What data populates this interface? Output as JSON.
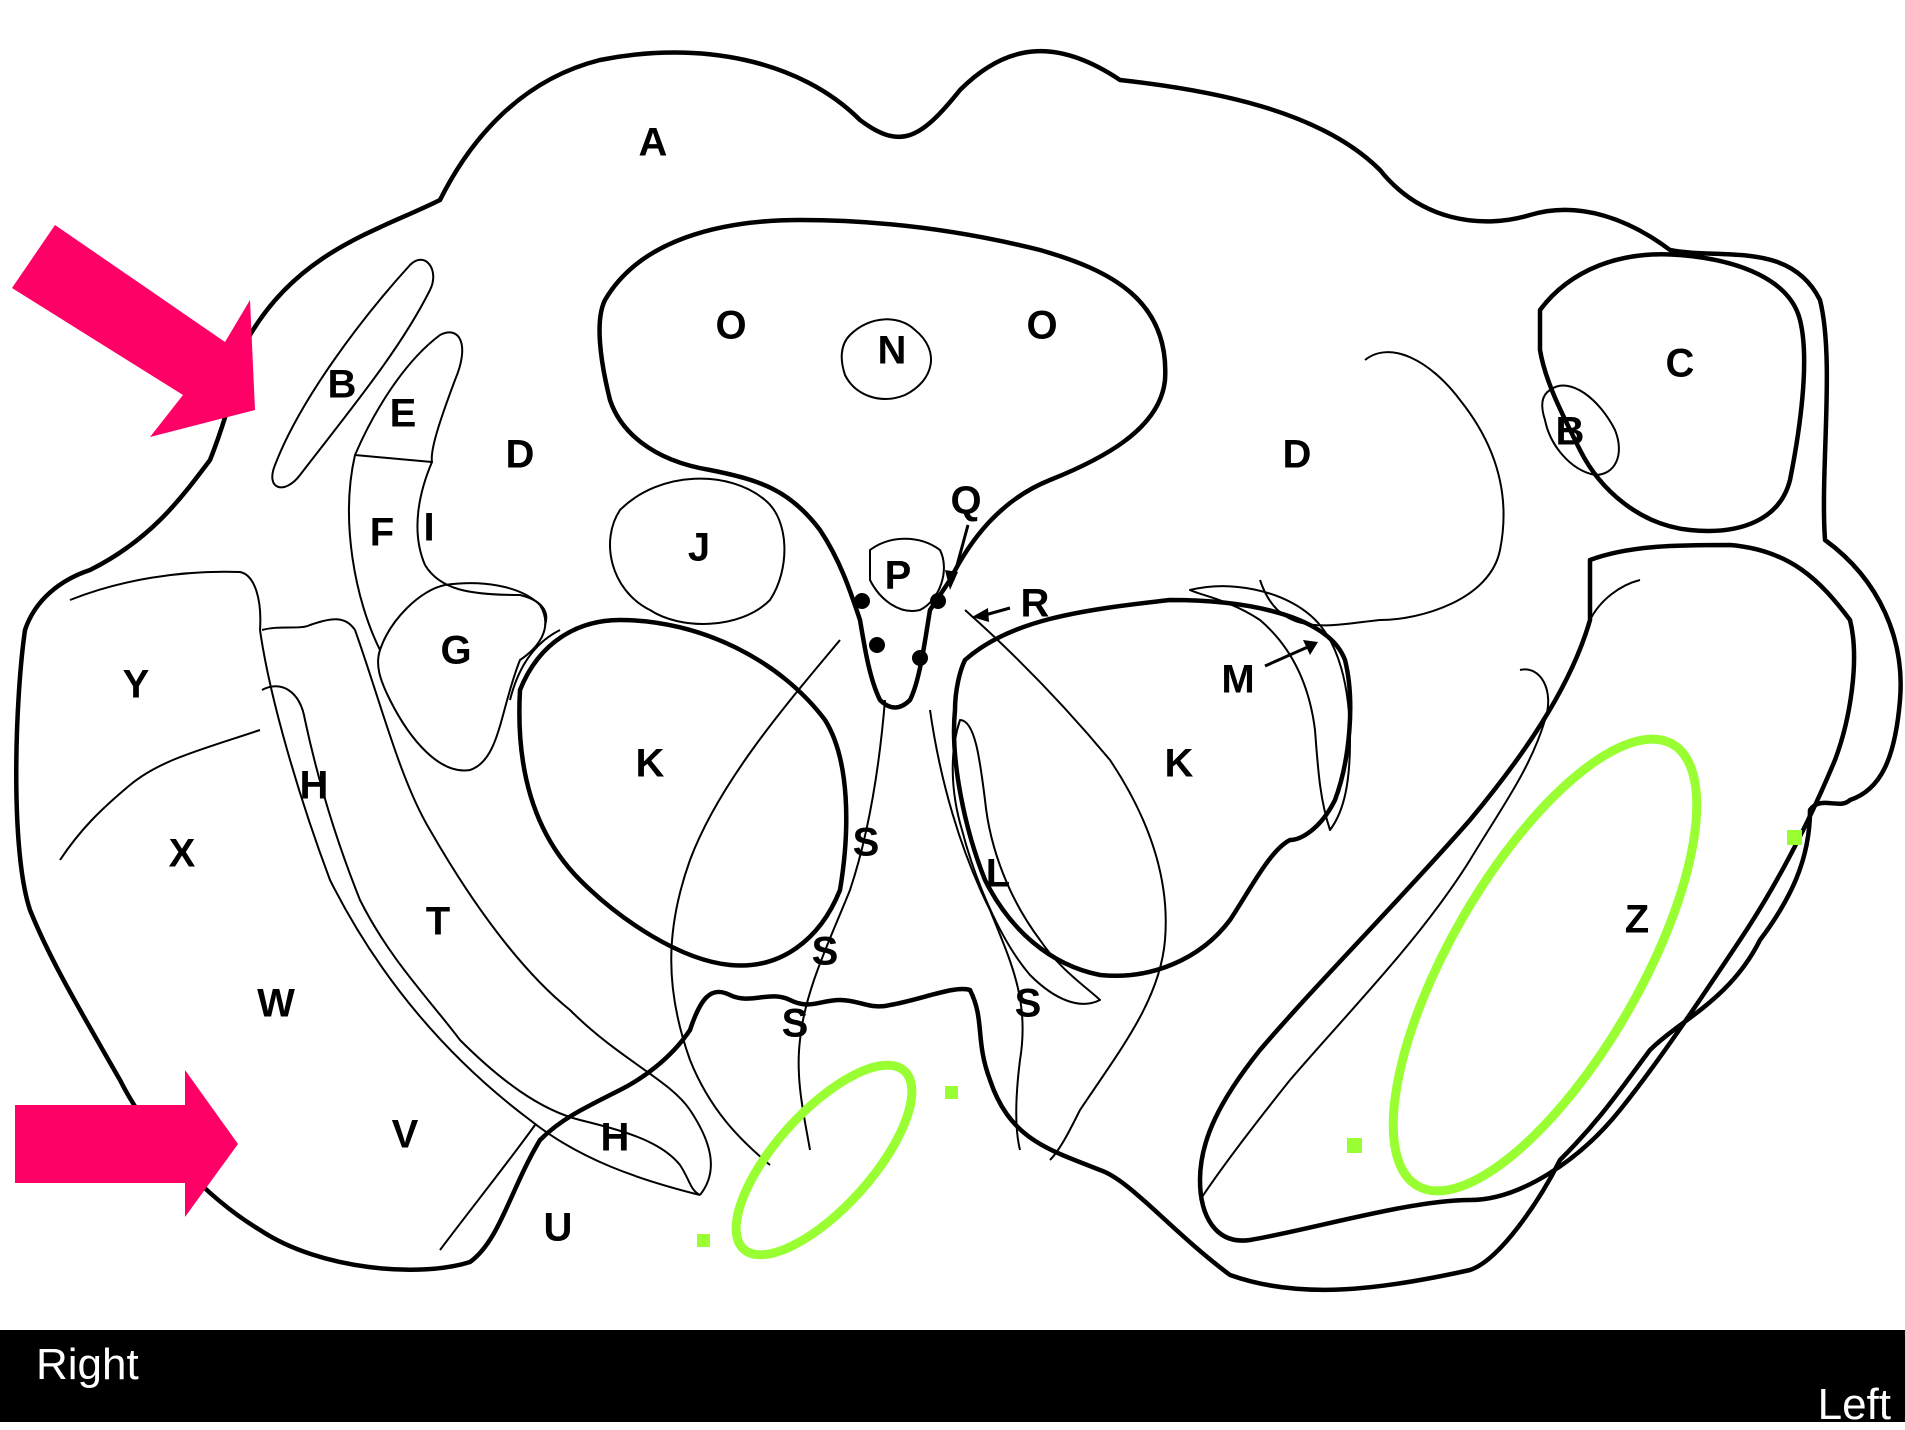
{
  "labels": {
    "A": "A",
    "B_right": "B",
    "B_left": "B",
    "C": "C",
    "D_right": "D",
    "D_left": "D",
    "E": "E",
    "F": "F",
    "G": "G",
    "H_upper": "H",
    "H_lower": "H",
    "I": "I",
    "J": "J",
    "K_right": "K",
    "K_left": "K",
    "L": "L",
    "M": "M",
    "N": "N",
    "O_right": "O",
    "O_left": "O",
    "P": "P",
    "Q": "Q",
    "R": "R",
    "S1": "S",
    "S2": "S",
    "S3": "S",
    "S4": "S",
    "T": "T",
    "U": "U",
    "V": "V",
    "W": "W",
    "X": "X",
    "Y": "Y",
    "Z": "Z"
  },
  "footer": {
    "right": "Right",
    "left": "Left"
  },
  "colors": {
    "arrow": "#ff0066",
    "highlight": "#99ff33",
    "outline": "#000000",
    "footer_bg": "#000000"
  },
  "icons": [
    "arrow-right-upper",
    "arrow-right-lower",
    "ellipse-highlight-left",
    "ellipse-highlight-right"
  ]
}
